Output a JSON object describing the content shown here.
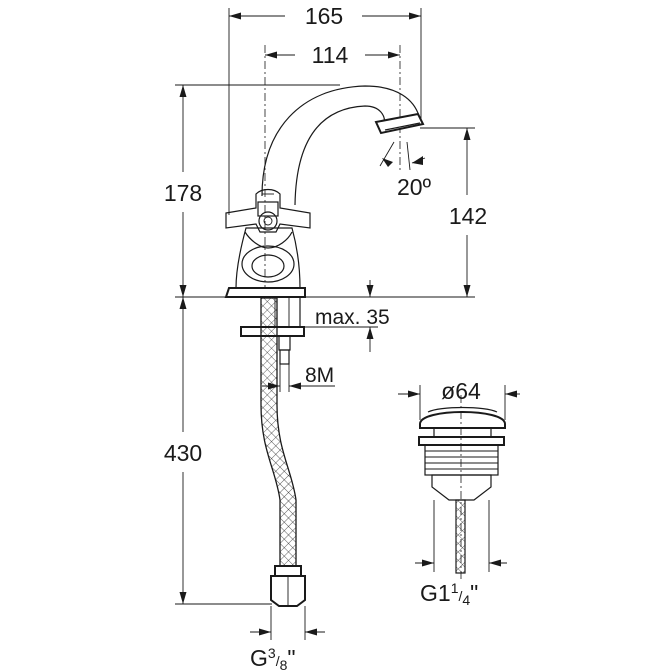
{
  "dimensions": {
    "overall_width": "165",
    "spout_reach": "114",
    "overall_height": "178",
    "spout_height": "142",
    "spout_angle": "20º",
    "max_deck_thickness": "max. 35",
    "fixing_rod": "8M",
    "hose_length": "430",
    "waste_diameter": "ø64",
    "hose_connection": {
      "base": "G",
      "num": "3",
      "sep": "/",
      "den": "8",
      "unit": "\""
    },
    "waste_thread": {
      "base": "G1",
      "num": "1",
      "sep": "/",
      "den": "4",
      "unit": "\""
    }
  }
}
